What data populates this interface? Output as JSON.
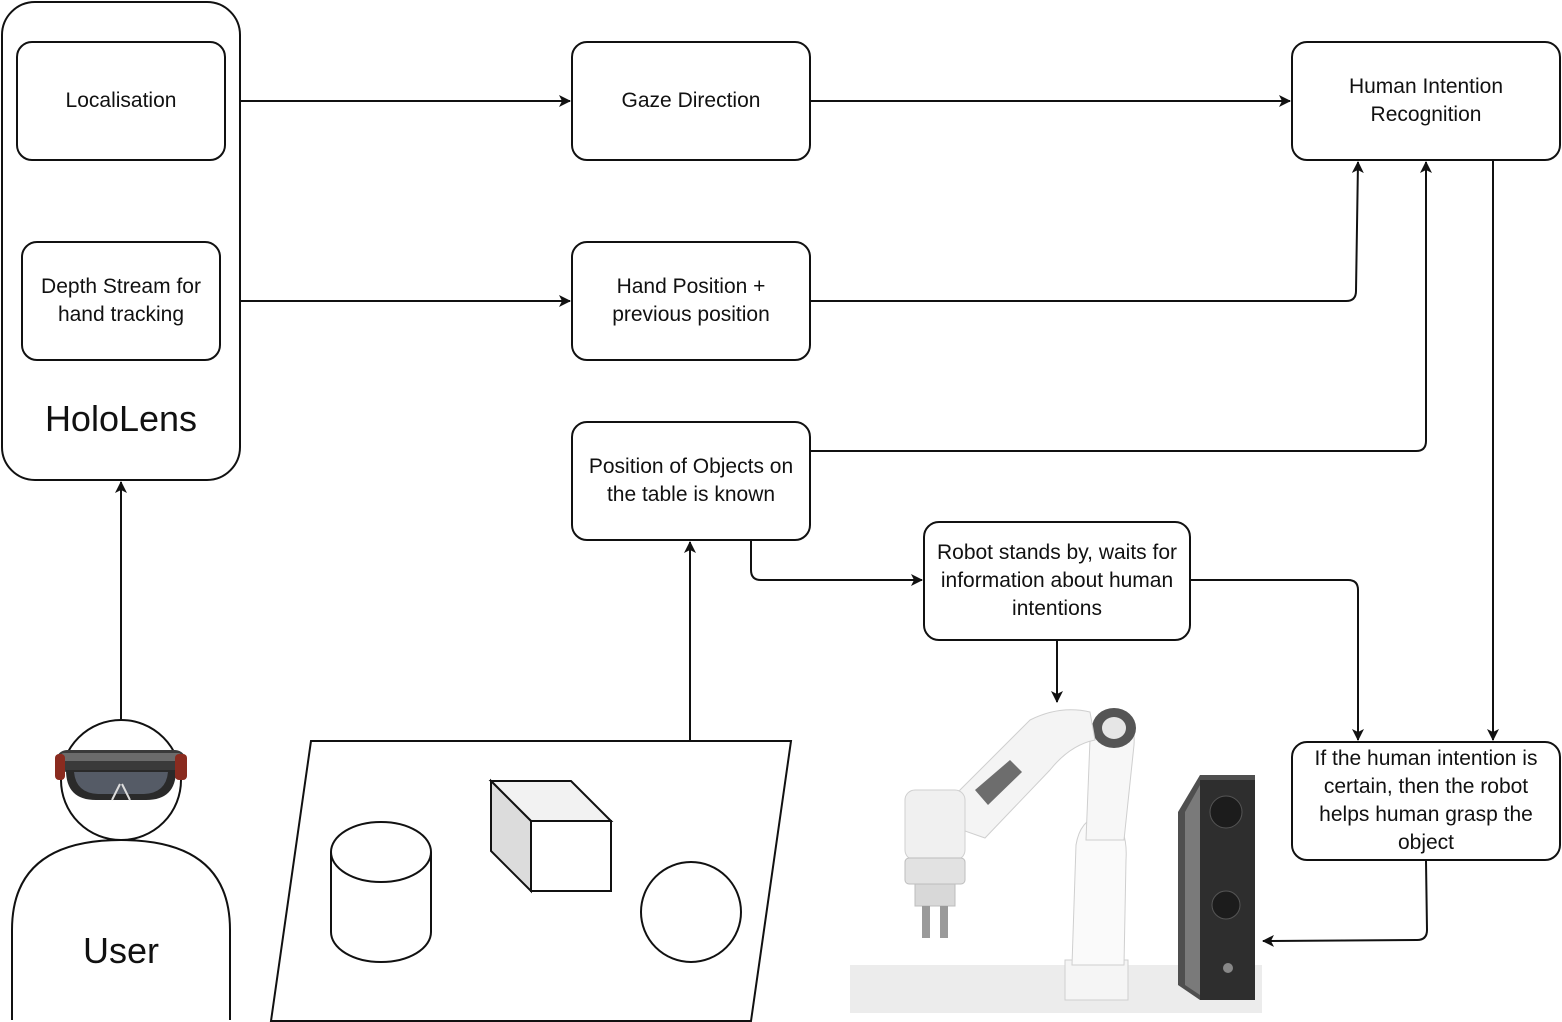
{
  "hololens": {
    "label": "HoloLens",
    "localisation": "Localisation",
    "depth_stream": "Depth Stream for hand tracking"
  },
  "gaze_direction": "Gaze Direction",
  "hand_position": "Hand Position + previous position",
  "object_position": "Position of Objects on the table is known",
  "intention_recognition": "Human Intention Recognition",
  "robot_standby": "Robot stands by, waits for information about human intentions",
  "robot_help": "If the human intention is certain, then the robot helps human grasp the object",
  "user": {
    "label": "User"
  },
  "icons": {
    "headset": "hololens-headset-icon",
    "table": "table-with-objects-icon",
    "robot": "robot-arm-image"
  },
  "colors": {
    "stroke": "#111111",
    "background": "#ffffff"
  }
}
